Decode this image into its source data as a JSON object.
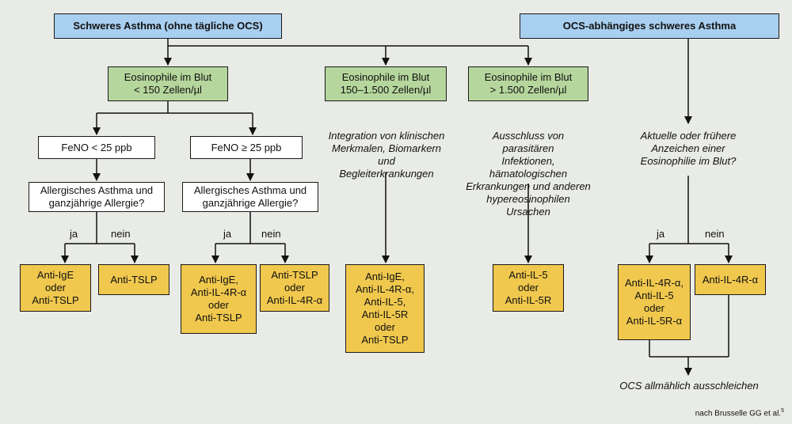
{
  "headers": {
    "left": "Schweres Asthma (ohne tägliche OCS)",
    "right": "OCS-abhängiges schweres Asthma"
  },
  "eosinophil": {
    "low": "Eosinophile im Blut\n< 150 Zellen/µl",
    "mid": "Eosinophile im Blut\n150–1.500 Zellen/µl",
    "high": "Eosinophile im Blut\n> 1.500 Zellen/µl"
  },
  "feno": {
    "low": "FeNO < 25 ppb",
    "high": "FeNO ≥ 25 ppb"
  },
  "allergy": {
    "a": "Allergisches Asthma und\nganzjährige Allergie?",
    "b": "Allergisches Asthma und\nganzjährige Allergie?"
  },
  "notes": {
    "mid": "Integration von klinischen\nMerkmalen, Biomarkern und\nBegleiterkrankungen",
    "high": "Ausschluss von parasitären\nInfektionen, hämatologischen\nErkrankungen und anderen\nhypereosinophilen Ursachen",
    "ocs": "Aktuelle oder frühere\nAnzeichen einer\nEosinophilie im Blut?"
  },
  "branch_labels": {
    "yes": "ja",
    "no": "nein"
  },
  "therapies": {
    "t1": "Anti-IgE\noder\nAnti-TSLP",
    "t2": "Anti-TSLP",
    "t3": "Anti-IgE,\nAnti-IL-4R-α\noder\nAnti-TSLP",
    "t4": "Anti-TSLP\noder\nAnti-IL-4R-α",
    "t5": "Anti-IgE,\nAnti-IL-4R-α,\nAnti-IL-5,\nAnti-IL-5R\noder\nAnti-TSLP",
    "t6": "Anti-IL-5\noder\nAnti-IL-5R",
    "t7": "Anti-IL-4R-α,\nAnti-IL-5\noder\nAnti-IL-5R-α",
    "t8": "Anti-IL-4R-α"
  },
  "final": "OCS allmählich ausschleichen",
  "source": "nach Brusselle GG et al.",
  "source_ref": "5",
  "colors": {
    "header": "#a9cff0",
    "eosinophil": "#b5d69c",
    "question": "#ffffff",
    "therapy": "#f0c84e",
    "background": "#e9ebe7"
  }
}
